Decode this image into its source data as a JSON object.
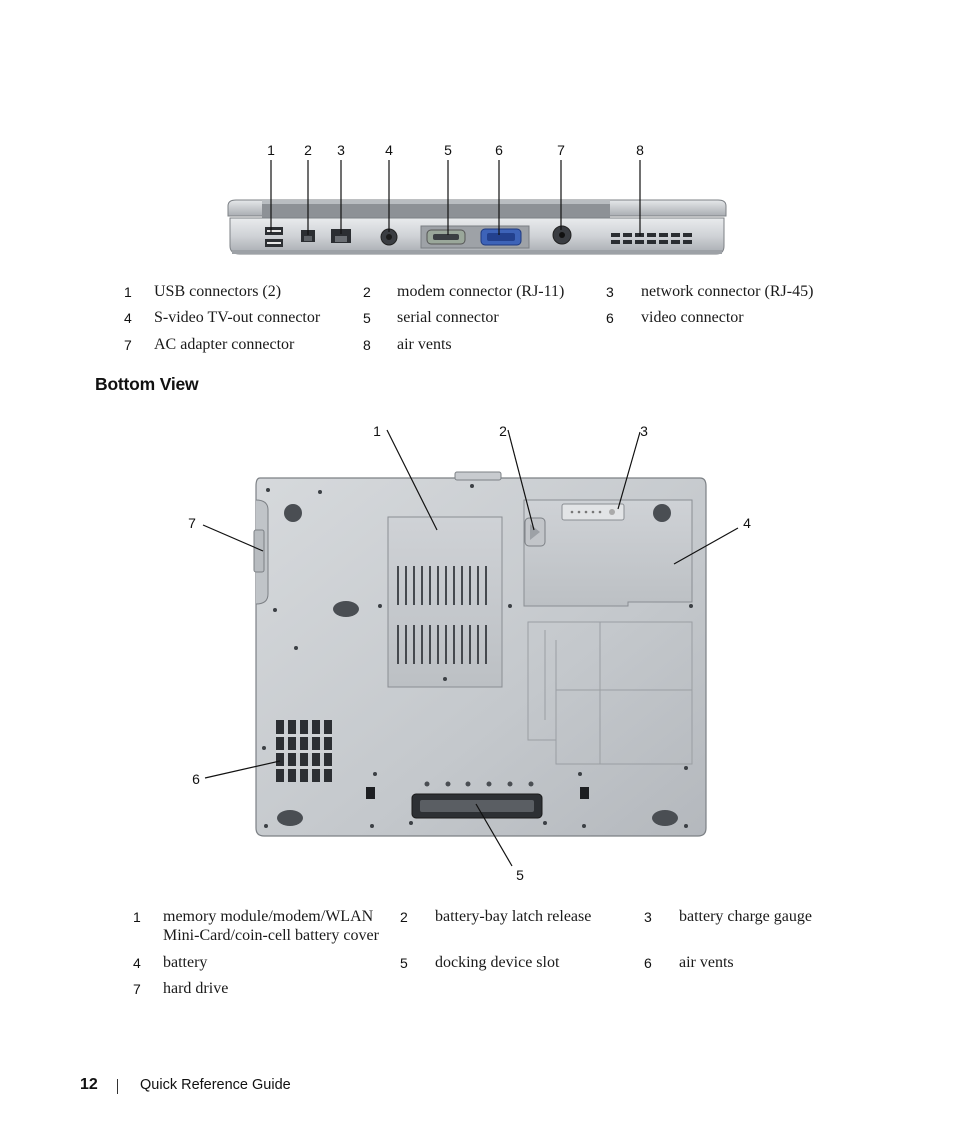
{
  "back_view": {
    "callout_numbers": [
      "1",
      "2",
      "3",
      "4",
      "5",
      "6",
      "7",
      "8"
    ],
    "legend": [
      {
        "num": "1",
        "text": "USB connectors (2)"
      },
      {
        "num": "2",
        "text": "modem connector (RJ-11)"
      },
      {
        "num": "3",
        "text": "network connector (RJ-45)"
      },
      {
        "num": "4",
        "text": "S-video TV-out connector"
      },
      {
        "num": "5",
        "text": "serial connector"
      },
      {
        "num": "6",
        "text": "video connector"
      },
      {
        "num": "7",
        "text": "AC adapter connector"
      },
      {
        "num": "8",
        "text": "air vents"
      }
    ]
  },
  "bottom_view": {
    "heading": "Bottom View",
    "callout_numbers": [
      "1",
      "2",
      "3",
      "4",
      "5",
      "6",
      "7"
    ],
    "legend": [
      {
        "num": "1",
        "text_line1": "memory module/modem/WLAN",
        "text_line2": "Mini-Card/coin-cell battery cover"
      },
      {
        "num": "2",
        "text_line1": "battery-bay latch release"
      },
      {
        "num": "3",
        "text_line1": "battery charge gauge"
      },
      {
        "num": "4",
        "text_line1": "battery"
      },
      {
        "num": "5",
        "text_line1": "docking device slot"
      },
      {
        "num": "6",
        "text_line1": "air vents"
      },
      {
        "num": "7",
        "text_line1": "hard drive"
      }
    ]
  },
  "footer": {
    "page_number": "12",
    "title": "Quick Reference Guide"
  },
  "colors": {
    "chassis": "#c9ccd0",
    "chassis_dark": "#8f9398",
    "vga_blue": "#3d63b8",
    "callout_line": "#111111"
  }
}
